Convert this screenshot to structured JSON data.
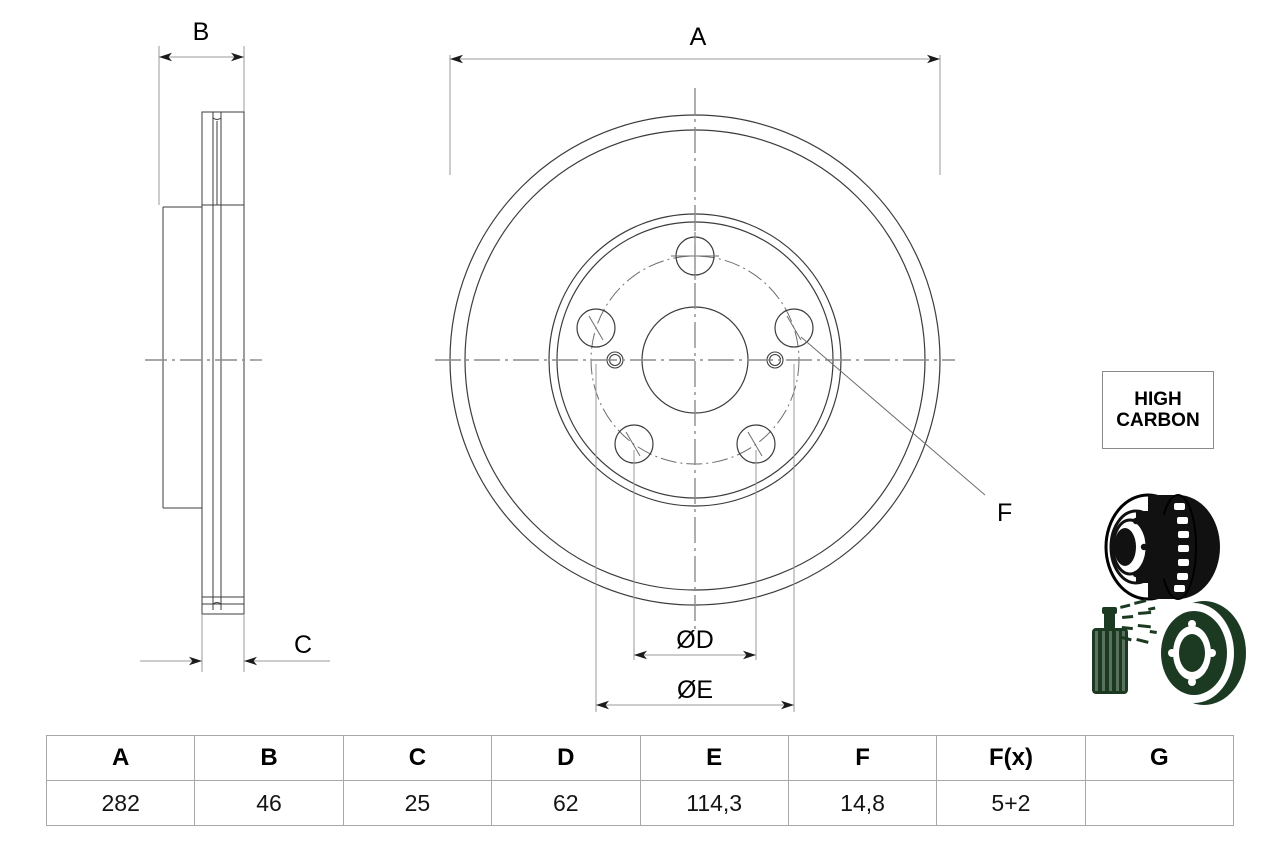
{
  "drawing": {
    "title": "Brake disc technical drawing",
    "dimension_labels": {
      "a": "A",
      "b": "B",
      "c": "C",
      "d": "ØD",
      "e": "ØE",
      "f": "F"
    }
  },
  "badge": {
    "line1": "HIGH",
    "line2": "CARBON"
  },
  "icons": {
    "vented_disc": "vented-brake-disc-icon",
    "coated_disc": "coating-spray-disc-icon",
    "spray_can": "spray-can-icon"
  },
  "colors": {
    "line": "#3c3c3c",
    "center_line": "#8c8c8c",
    "dim_line": "#9a9a9a",
    "arrow": "#1a1a1a",
    "table_border": "#a8a8a8",
    "coating_green": "#1c3a22",
    "badge_border": "#8a8a8a"
  },
  "table": {
    "headers": [
      "A",
      "B",
      "C",
      "D",
      "E",
      "F",
      "F(x)",
      "G"
    ],
    "values": [
      "282",
      "46",
      "25",
      "62",
      "114,3",
      "14,8",
      "5+2",
      ""
    ]
  }
}
